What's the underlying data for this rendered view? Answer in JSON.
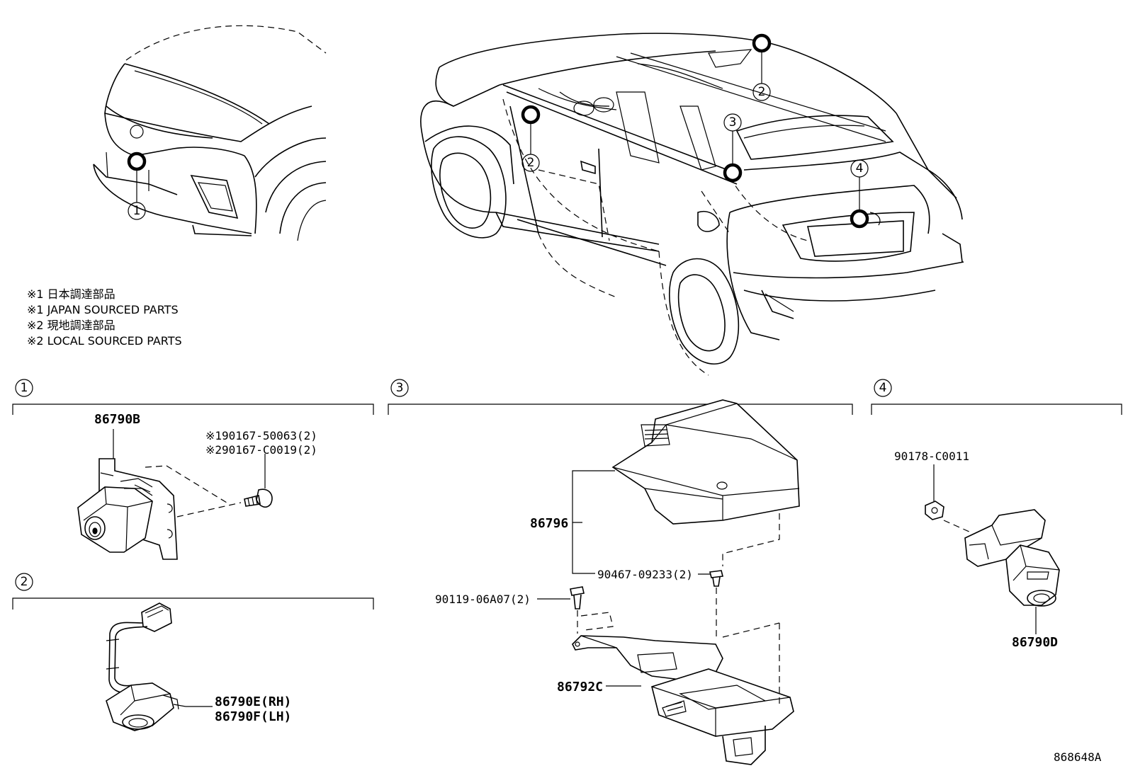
{
  "notes": [
    "※1 日本調達部品",
    "※1 JAPAN SOURCED PARTS",
    "※2 現地調達部品",
    "※2 LOCAL SOURCED PARTS"
  ],
  "callouts": {
    "c1": "1",
    "c2a": "2",
    "c2b": "2",
    "c3": "3",
    "c4": "4"
  },
  "sections": {
    "s1": "1",
    "s2": "2",
    "s3": "3",
    "s4": "4"
  },
  "parts": {
    "p86790B": "86790B",
    "bolt1": "※190167-50063(2)",
    "bolt2": "※290167-C0019(2)",
    "p86790E": "86790E(RH)",
    "p86790F": "86790F(LH)",
    "p86796": "86796",
    "clip": "90467-09233(2)",
    "screw": "90119-06A07(2)",
    "p86792C": "86792C",
    "nut": "90178-C0011",
    "p86790D": "86790D"
  },
  "diagram_id": "868648A"
}
